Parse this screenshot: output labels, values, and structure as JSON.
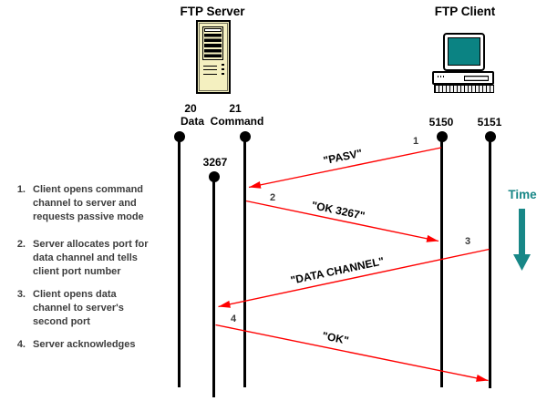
{
  "titles": {
    "server": "FTP Server",
    "client": "FTP Client"
  },
  "server": {
    "ports": [
      {
        "number": "20",
        "name": "Data"
      },
      {
        "number": "21",
        "name": "Command"
      }
    ],
    "dynamic_port": "3267"
  },
  "client": {
    "ports": [
      "5150",
      "5151"
    ]
  },
  "messages": [
    {
      "step": "1",
      "label": "\"PASV\""
    },
    {
      "step": "2",
      "label": "\"OK 3267\""
    },
    {
      "step": "3",
      "label": "\"DATA CHANNEL\""
    },
    {
      "step": "4",
      "label": "\"OK\""
    }
  ],
  "steps": [
    {
      "num": "1.",
      "text": "Client opens command\nchannel to server and\nrequests passive mode"
    },
    {
      "num": "2.",
      "text": "Server allocates port for\ndata channel and tells\nclient port number"
    },
    {
      "num": "3.",
      "text": "Client opens data\nchannel to server's\nsecond port"
    },
    {
      "num": "4.",
      "text": "Server acknowledges"
    }
  ],
  "time": {
    "label": "Time"
  },
  "colors": {
    "arrow": "#ff0000",
    "time_arrow": "#188787",
    "lifeline": "#000000",
    "server_fill": "#f4f0c0",
    "screen_fill": "#0b8383",
    "list_text": "#3d3d3d"
  }
}
